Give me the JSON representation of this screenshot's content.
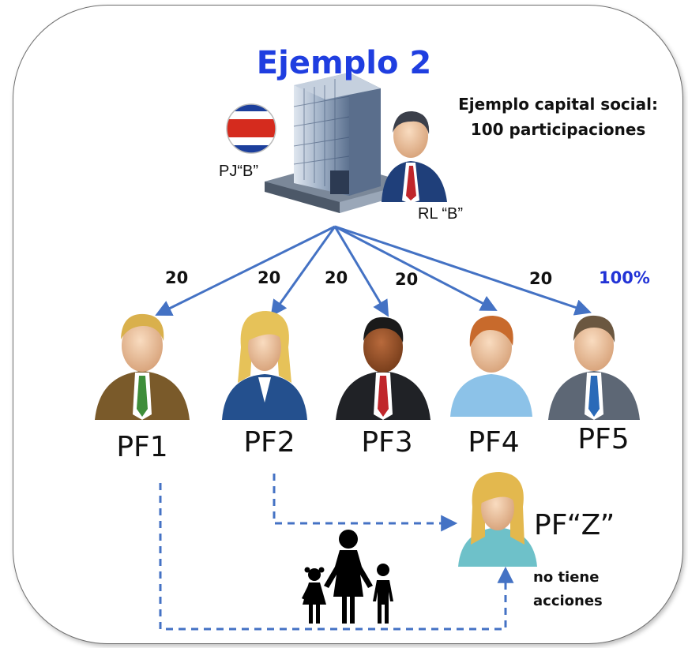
{
  "title": "Ejemplo 2",
  "capital": {
    "line1": "Ejemplo capital social:",
    "line2": "100 participaciones"
  },
  "company": {
    "label": "PJ“B”",
    "icon": "office-building-icon"
  },
  "flag_icon": "costa-rica-flag-icon",
  "representative": {
    "label": "RL “B”",
    "icon": "businessman-icon"
  },
  "shares": [
    "20",
    "20",
    "20",
    "20",
    "20"
  ],
  "total_percent": "100%",
  "persons": [
    {
      "label": "PF1",
      "icon": "man-brown-suit-icon"
    },
    {
      "label": "PF2",
      "icon": "woman-blonde-icon"
    },
    {
      "label": "PF3",
      "icon": "man-dark-suit-icon"
    },
    {
      "label": "PF4",
      "icon": "boy-icon"
    },
    {
      "label": "PF5",
      "icon": "man-grey-suit-icon"
    }
  ],
  "pfz": {
    "label": "PF“Z”",
    "note_line1": "no tiene",
    "note_line2": "acciones",
    "icon": "woman-blonde-icon"
  },
  "family_icon": "family-silhouette-icon",
  "colors": {
    "title": "#1f3ee0",
    "arrow": "#4472c4",
    "percent": "#2233d6"
  }
}
